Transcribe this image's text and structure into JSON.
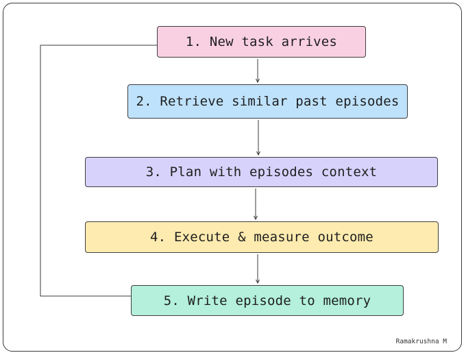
{
  "steps": [
    {
      "label": "1. New task arrives",
      "fill": "#f9d0e2"
    },
    {
      "label": "2. Retrieve similar past episodes",
      "fill": "#bfe2fc"
    },
    {
      "label": "3. Plan with episodes context",
      "fill": "#d7d2fb"
    },
    {
      "label": "4. Execute & measure outcome",
      "fill": "#fdebb0"
    },
    {
      "label": "5. Write episode to memory",
      "fill": "#b4f0dc"
    }
  ],
  "author": "Ramakrushna M",
  "colors": {
    "stroke": "#3a3a3a",
    "background": "#ffffff"
  }
}
